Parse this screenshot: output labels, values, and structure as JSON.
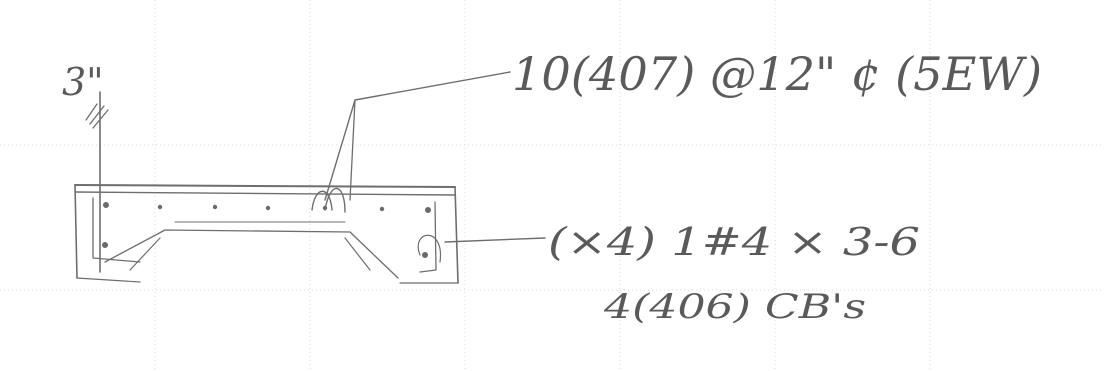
{
  "sketch": {
    "dim_label": "3\"",
    "top_callout": "10(407) @12\" ¢ (5EW)",
    "side_callout_1": "(×4) 1#4 × 3-6",
    "side_callout_2": "4(406) CB's"
  }
}
